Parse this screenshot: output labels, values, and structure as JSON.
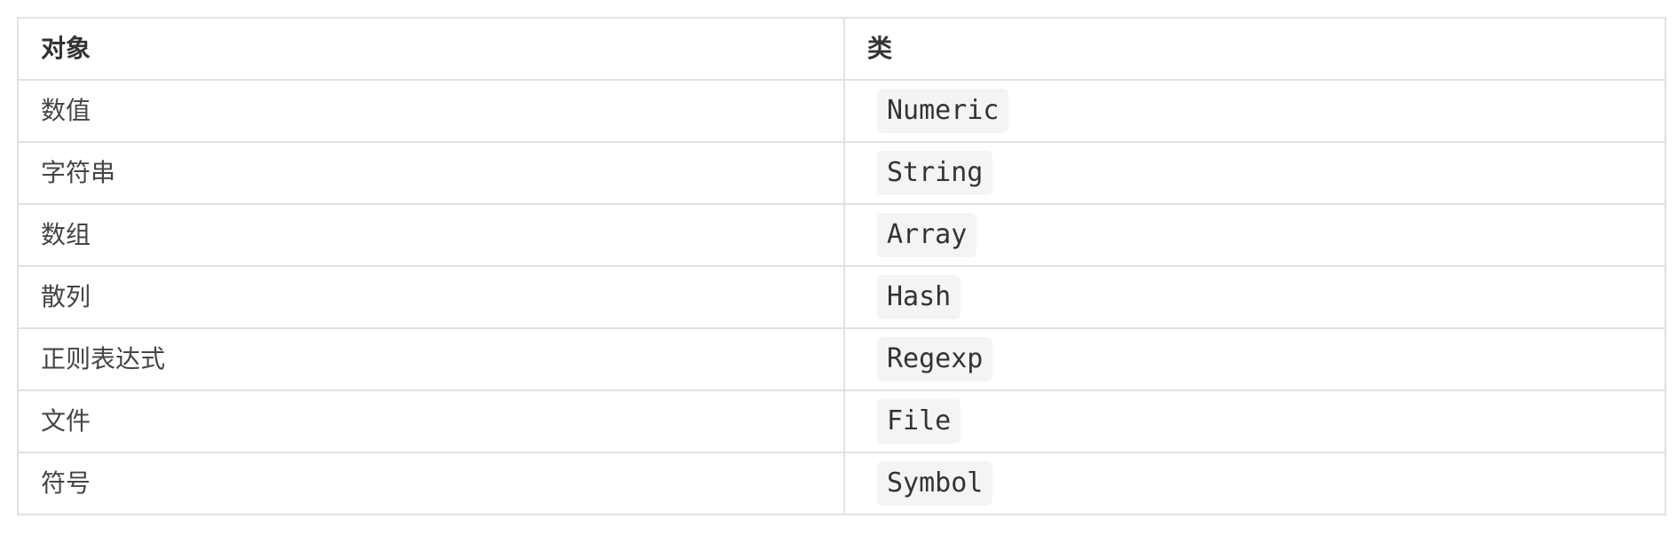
{
  "table": {
    "headers": [
      "对象",
      "类"
    ],
    "rows": [
      {
        "object": "数值",
        "class": "Numeric"
      },
      {
        "object": "字符串",
        "class": "String"
      },
      {
        "object": "数组",
        "class": "Array"
      },
      {
        "object": "散列",
        "class": "Hash"
      },
      {
        "object": "正则表达式",
        "class": "Regexp"
      },
      {
        "object": "文件",
        "class": "File"
      },
      {
        "object": "符号",
        "class": "Symbol"
      }
    ]
  }
}
